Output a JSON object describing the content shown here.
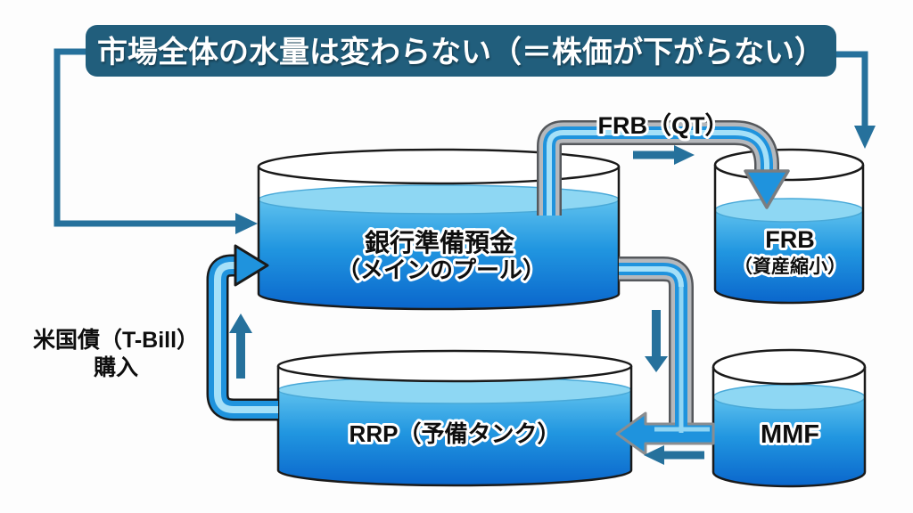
{
  "banner": {
    "title": "市場全体の水量は変わらない（＝株価が下がらない）"
  },
  "tanks": {
    "main_pool": {
      "label_line1": "銀行準備預金",
      "label_line2": "（メインのプール）"
    },
    "frb": {
      "label_line1": "FRB",
      "label_line2": "（資産縮小）"
    },
    "rrp": {
      "label": "RRP（予備タンク）"
    },
    "mmf": {
      "label": "MMF"
    }
  },
  "flows": {
    "frb_qt": "FRB（QT）",
    "tbill_line1": "米国債（T-Bill）",
    "tbill_line2": "購入"
  },
  "colors": {
    "banner_bg": "#215e7c",
    "arrow": "#26719c",
    "water_surface": "#8ed7f3",
    "water_top": "#5ec1ee",
    "water_mid": "#2196e0",
    "water_deep": "#0a66cc",
    "tank_outline": "#1a1a1a",
    "pipe_outline": "#55585c",
    "pipe_silver": "#b5b8bc",
    "pipe_blue": "#1f93dd",
    "pipe_highlight": "#a5e0f8"
  }
}
